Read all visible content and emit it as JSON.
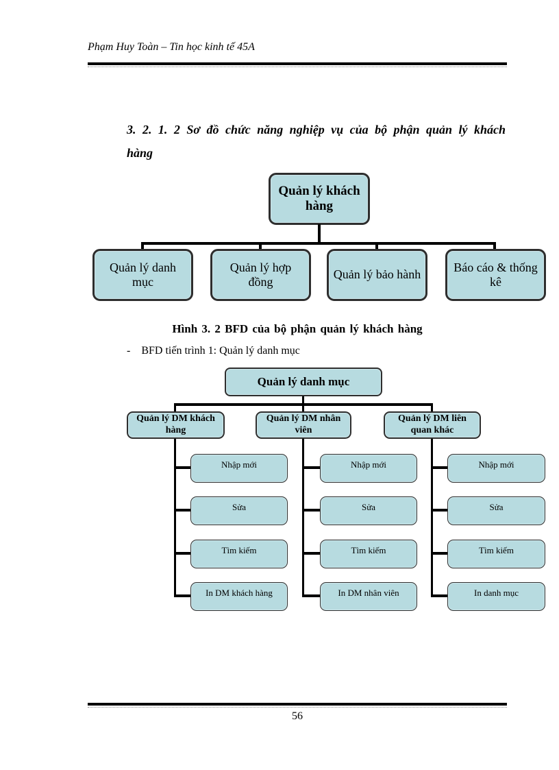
{
  "colors": {
    "box_fill": "#b7dbe0",
    "box_border": "#2e2e2e",
    "line_color": "#000000"
  },
  "header": {
    "text": "Phạm Huy Toàn – Tin học kinh tế 45A"
  },
  "footer": {
    "page_number": "56"
  },
  "section": {
    "heading_line1": "3. 2. 1. 2 Sơ đồ chức năng nghiệp vụ của bộ phận quản lý khách",
    "heading_line2": "hàng",
    "caption": "Hình 3. 2 BFD của bộ phận quản lý khách hàng",
    "bullet_marker": "-",
    "bullet_text": "BFD tiến trình 1: Quản lý danh mục"
  },
  "diagram1": {
    "root": "Quản lý khách hàng",
    "children": [
      "Quản lý danh mục",
      "Quản lý hợp đồng",
      "Quản lý bảo hành",
      "Báo cáo & thống kê"
    ]
  },
  "diagram2": {
    "root": "Quản lý danh mục",
    "columns": [
      {
        "header": "Quản lý DM khách hàng",
        "items": [
          "Nhập mới",
          "Sửa",
          "Tìm kiếm",
          "In DM khách hàng"
        ]
      },
      {
        "header": "Quản lý DM nhân viên",
        "items": [
          "Nhập mới",
          "Sửa",
          "Tìm kiếm",
          "In DM nhân viên"
        ]
      },
      {
        "header": "Quản lý DM liên quan khác",
        "items": [
          "Nhập mới",
          "Sửa",
          "Tìm kiếm",
          "In danh mục"
        ]
      }
    ]
  }
}
